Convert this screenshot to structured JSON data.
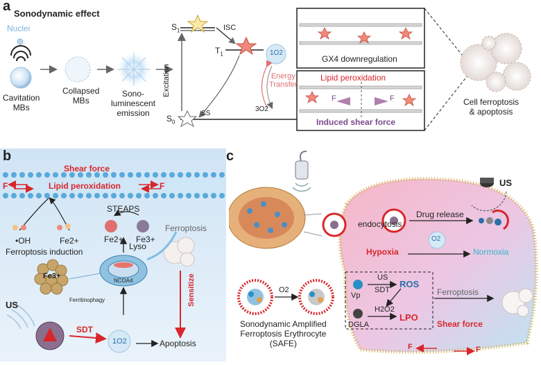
{
  "panel_a": {
    "letter": "a",
    "title": "Sonodynamic effect",
    "nuclei": "Nuclei",
    "cavitation": "Cavitation\nMBs",
    "collapsed": "Collapsed\nMBs",
    "sono": "Sono-\nluminescent\nemission",
    "s1": "S",
    "s1_sub": "1",
    "isc": "ISC",
    "t1": "T",
    "t1_sub": "1",
    "o2_singlet": "1O2",
    "excitation": "Excitation",
    "energy_transfer": "Energy\nTransfer",
    "ss": "SS",
    "s0": "S",
    "s0_sub": "0",
    "o2_triplet": "3O2",
    "gx4": "GX4 downregulation",
    "lipid_perox": "Lipid peroxidation",
    "shear": "Induced shear force",
    "f_label": "F",
    "cell_death": "Cell ferroptosis\n& apoptosis"
  },
  "panel_b": {
    "letter": "b",
    "shear_force": "Shear force",
    "lipid_perox": "Lipid peroxidation",
    "f_label": "F",
    "oh": "•OH",
    "fe2_small": "Fe2+",
    "ferroptosis_induction": "Ferroptosis induction",
    "steaps": "STEAPS",
    "fe2": "Fe2+",
    "fe3": "Fe3+",
    "ferroptosis": "Ferroptosis",
    "lyso": "Lyso",
    "fe3_ball": "Fe3+",
    "ferritinophagy": "Ferritinophagy",
    "ncoa4": "NCOA4",
    "sensitize": "Sensitize",
    "us": "US",
    "sdt": "SDT",
    "singlet_o2": "1O2",
    "apoptosis": "Apoptosis"
  },
  "panel_c": {
    "letter": "c",
    "us": "US",
    "endocytosis": "endocytosis",
    "drug_release": "Drug release",
    "hypoxia": "Hypoxia",
    "o2": "O2",
    "normoxia": "Normoxia",
    "vp": "Vp",
    "us_small": "US",
    "sdt": "SDT",
    "ros": "ROS",
    "ferroptosis": "Ferroptosis",
    "h2o2": "H2O2",
    "dgla": "DGLA",
    "lpo": "LPO",
    "shear_force": "Shear force",
    "f_label": "F",
    "o2_arrow": "O2",
    "safe_caption": "Sonodynamic Amplified\nFerroptosis Erythrocyte\n(SAFE)"
  },
  "colors": {
    "red": "#d9262b",
    "purple": "#7a4a8c",
    "blue": "#2a8fc7",
    "light_blue": "#dcecf7"
  }
}
